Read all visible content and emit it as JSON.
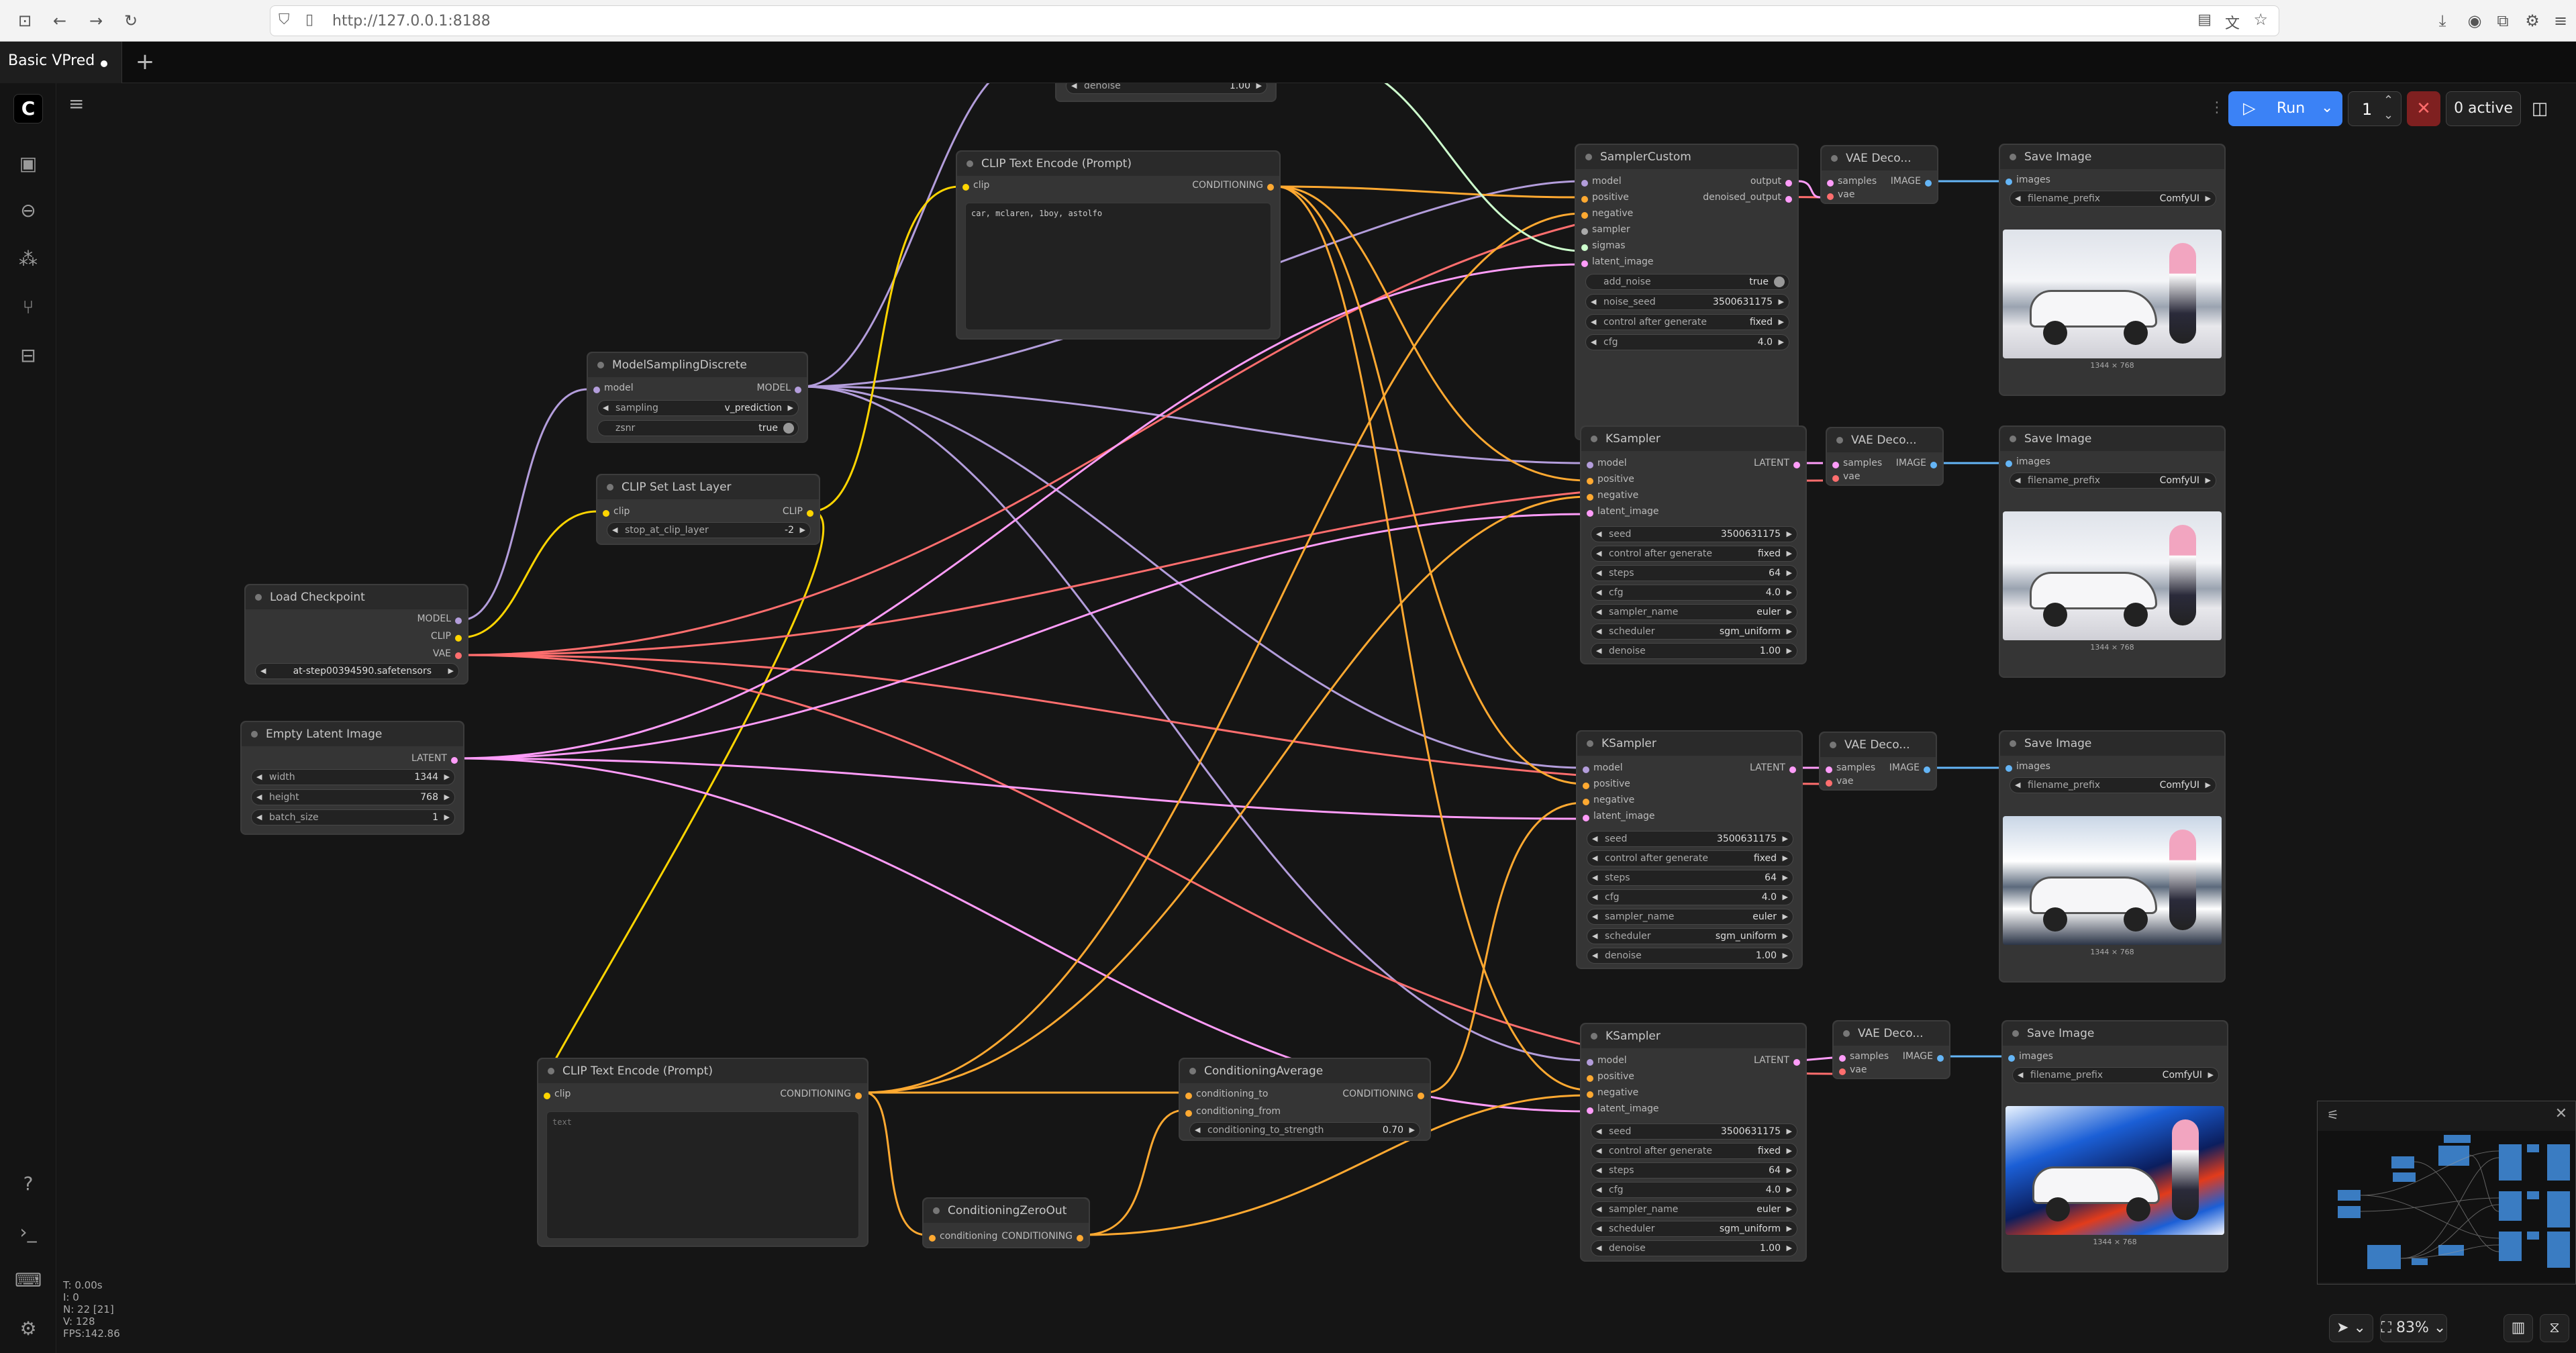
{
  "browser": {
    "url": "http://127.0.0.1:8188"
  },
  "tab": {
    "title": "Basic VPred"
  },
  "toolbar": {
    "run_label": "Run",
    "queue_count": "1",
    "active_label": "0 active",
    "zoom": "83%"
  },
  "stats": [
    "T: 0.00s",
    "I: 0",
    "N: 22 [21]",
    "V: 128",
    "FPS:142.86"
  ],
  "colors": {
    "model": "#b39ddb",
    "clip": "#ffd500",
    "vae": "#ff6e6e",
    "latent": "#ff9cf9",
    "conditioning": "#ffa931",
    "image": "#64b5f6",
    "sigmas": "#cdffcd"
  },
  "nodes": {
    "denoise_top": {
      "label": "denoise",
      "value": "1.00"
    },
    "clip_top": {
      "title": "CLIP Text Encode (Prompt)",
      "in": "clip",
      "out": "CONDITIONING",
      "text": "car, mclaren, 1boy, astolfo"
    },
    "msd": {
      "title": "ModelSamplingDiscrete",
      "in": "model",
      "out": "MODEL",
      "sampling_label": "sampling",
      "sampling_value": "v_prediction",
      "zsnr_label": "zsnr",
      "zsnr_value": "true"
    },
    "csl": {
      "title": "CLIP Set Last Layer",
      "in": "clip",
      "out": "CLIP",
      "w_label": "stop_at_clip_layer",
      "w_value": "-2"
    },
    "ckpt": {
      "title": "Load Checkpoint",
      "out1": "MODEL",
      "out2": "CLIP",
      "out3": "VAE",
      "ckpt_value": "at-step00394590.safetensors"
    },
    "latent": {
      "title": "Empty Latent Image",
      "out": "LATENT",
      "width_label": "width",
      "width_value": "1344",
      "height_label": "height",
      "height_value": "768",
      "batch_label": "batch_size",
      "batch_value": "1"
    },
    "clip_bot": {
      "title": "CLIP Text Encode (Prompt)",
      "in": "clip",
      "out": "CONDITIONING",
      "text": "text"
    },
    "czo": {
      "title": "ConditioningZeroOut",
      "in": "conditioning",
      "out": "CONDITIONING"
    },
    "cavg": {
      "title": "ConditioningAverage",
      "in1": "conditioning_to",
      "in2": "conditioning_from",
      "out": "CONDITIONING",
      "w_label": "conditioning_to_strength",
      "w_value": "0.70"
    },
    "sc": {
      "title": "SamplerCustom",
      "in": [
        "model",
        "positive",
        "negative",
        "sampler",
        "sigmas",
        "latent_image"
      ],
      "out1": "output",
      "out2": "denoised_output",
      "add_noise_label": "add_noise",
      "add_noise_value": "true",
      "seed_label": "noise_seed",
      "seed_value": "3500631175",
      "ctrl_label": "control after generate",
      "ctrl_value": "fixed",
      "cfg_label": "cfg",
      "cfg_value": "4.0"
    },
    "ks_common": {
      "title": "KSampler",
      "in": [
        "model",
        "positive",
        "negative",
        "latent_image"
      ],
      "out": "LATENT",
      "seed_label": "seed",
      "seed_value": "3500631175",
      "ctrl_label": "control after generate",
      "ctrl_value": "fixed",
      "steps_label": "steps",
      "steps_value": "64",
      "cfg_label": "cfg",
      "cfg_value": "4.0",
      "sampler_label": "sampler_name",
      "sampler_value": "euler",
      "sched_label": "scheduler",
      "sched_value": "sgm_uniform",
      "denoise_label": "denoise",
      "denoise_value": "1.00"
    },
    "vae_common": {
      "title": "VAE Deco...",
      "in1": "samples",
      "in2": "vae",
      "out": "IMAGE"
    },
    "save_common": {
      "title": "Save Image",
      "in": "images",
      "fp_label": "filename_prefix",
      "fp_value": "ComfyUI",
      "img_caption": "1344 × 768"
    }
  }
}
